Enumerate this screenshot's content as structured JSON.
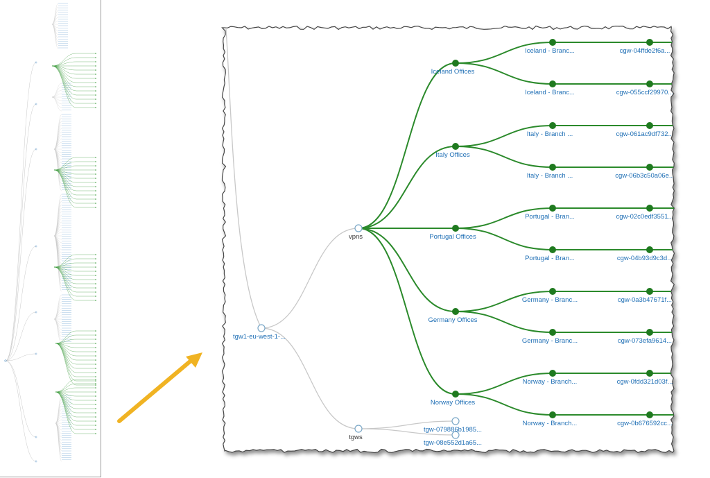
{
  "colors": {
    "accent_green": "#2b8a2b",
    "node_green": "#1f7a1f",
    "link_gray": "#c8c8c8",
    "label_blue": "#1f6fb5",
    "arrow_orange": "#f0b323"
  },
  "tree": {
    "root": "tgw1-eu-west-1-...",
    "groups": [
      {
        "key": "vpns",
        "label": "vpns"
      },
      {
        "key": "tgws",
        "label": "tgws"
      }
    ],
    "offices": [
      {
        "label": "Iceland Offices",
        "branches": [
          {
            "label": "Iceland - Branc...",
            "cgw": "cgw-04ffde2f6a..."
          },
          {
            "label": "Iceland - Branc...",
            "cgw": "cgw-055ccf29970..."
          }
        ]
      },
      {
        "label": "Italy Offices",
        "branches": [
          {
            "label": "Italy - Branch ...",
            "cgw": "cgw-061ac9df732..."
          },
          {
            "label": "Italy - Branch ...",
            "cgw": "cgw-06b3c50a06e..."
          }
        ]
      },
      {
        "label": "Portugal Offices",
        "branches": [
          {
            "label": "Portugal - Bran...",
            "cgw": "cgw-02c0edf3551..."
          },
          {
            "label": "Portugal - Bran...",
            "cgw": "cgw-04b93d9c3d..."
          }
        ]
      },
      {
        "label": "Germany Offices",
        "branches": [
          {
            "label": "Germany - Branc...",
            "cgw": "cgw-0a3b47671f..."
          },
          {
            "label": "Germany - Branc...",
            "cgw": "cgw-073efa9614..."
          }
        ]
      },
      {
        "label": "Norway Offices",
        "branches": [
          {
            "label": "Norway - Branch...",
            "cgw": "cgw-0fdd321d03f..."
          },
          {
            "label": "Norway - Branch...",
            "cgw": "cgw-0b676592cc..."
          }
        ]
      }
    ],
    "tgws": [
      {
        "label": "tgw-079886b1985..."
      },
      {
        "label": "tgw-08e552d1a65..."
      }
    ]
  }
}
